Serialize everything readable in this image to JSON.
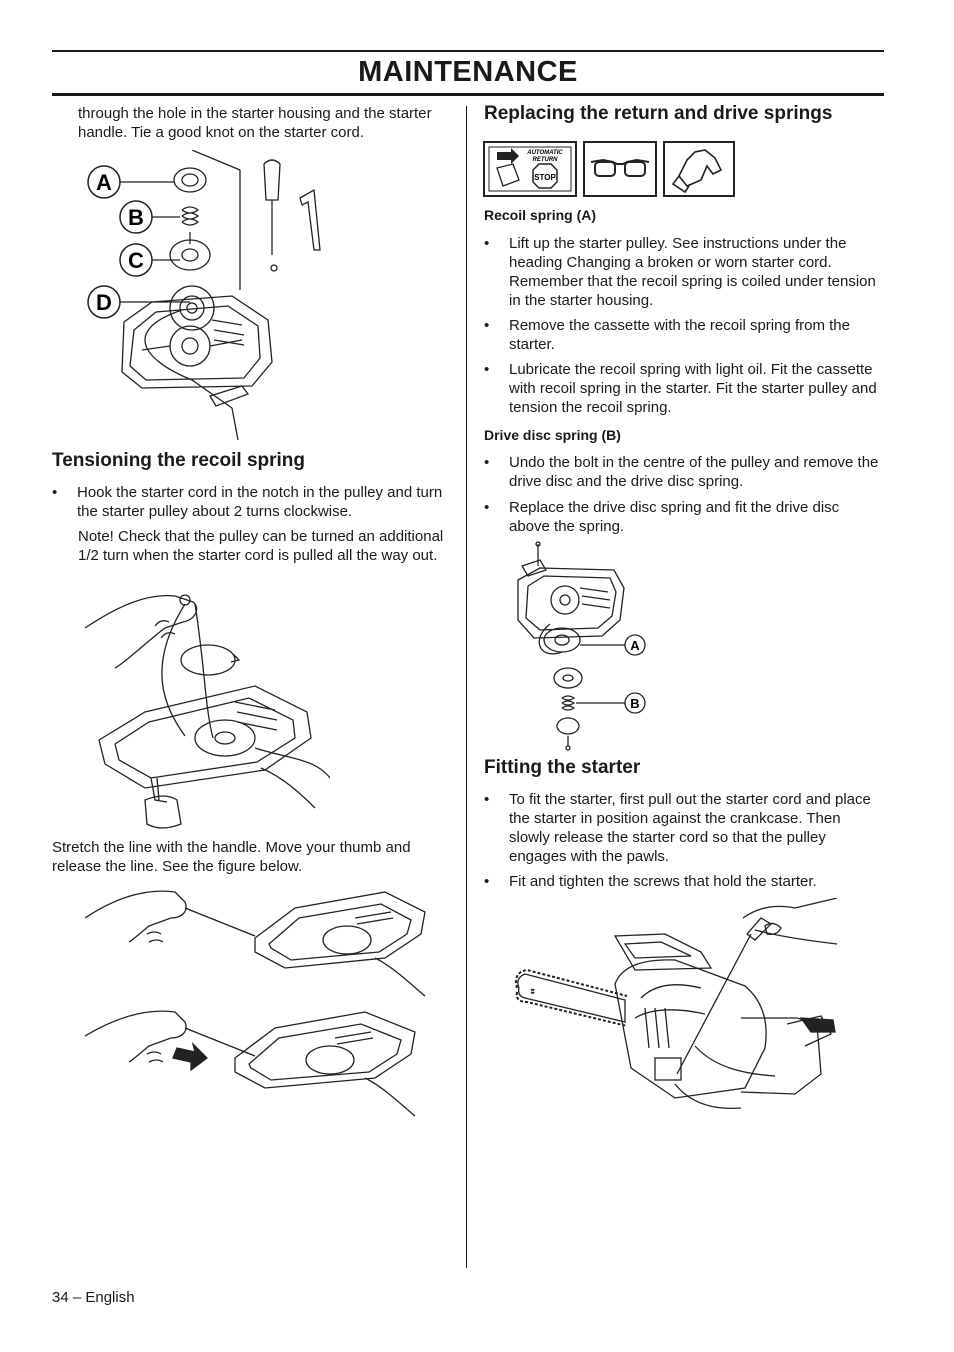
{
  "header": {
    "title": "MAINTENANCE"
  },
  "left": {
    "intro": "through the hole in the starter housing and the starter handle. Tie a good knot on the starter cord.",
    "fig1_labels": [
      "A",
      "B",
      "C",
      "D"
    ],
    "tension_heading": "Tensioning the recoil spring",
    "tension_bullet": "Hook the starter cord in the notch in the pulley and turn the starter pulley about 2 turns clockwise.",
    "tension_note": "Note! Check that the pulley can be turned an additional 1/2 turn when the starter cord is pulled all the way out.",
    "stretch_text": "Stretch the line with the handle. Move your thumb and release the line. See the figure below."
  },
  "right": {
    "heading": "Replacing the return and drive springs",
    "icons": {
      "auto_return_line1": "AUTOMATIC",
      "auto_return_line2": "RETURN",
      "stop": "STOP"
    },
    "recoil_heading": "Recoil spring (A)",
    "recoil_bullets": [
      "Lift up the starter pulley. See instructions under the heading Changing a broken or worn starter cord. Remember that the recoil spring is coiled under tension in the starter housing.",
      "Remove the cassette with the recoil spring from the starter.",
      "Lubricate the recoil spring with light oil. Fit the cassette with recoil spring in the starter. Fit the starter pulley and tension the recoil spring."
    ],
    "drive_heading": "Drive disc spring (B)",
    "drive_bullets": [
      "Undo the bolt in the centre of the pulley and remove the drive disc and the drive disc spring.",
      "Replace the drive disc spring and fit the drive disc above the spring."
    ],
    "fig_labels": [
      "A",
      "B"
    ],
    "fitting_heading": "Fitting the starter",
    "fitting_bullets": [
      "To fit the starter, first pull out the starter cord and place the starter in position against the crankcase. Then slowly release the starter cord so that the pulley engages with the pawls.",
      "Fit and tighten the screws that hold the starter."
    ]
  },
  "footer": {
    "page": "34 – English"
  }
}
